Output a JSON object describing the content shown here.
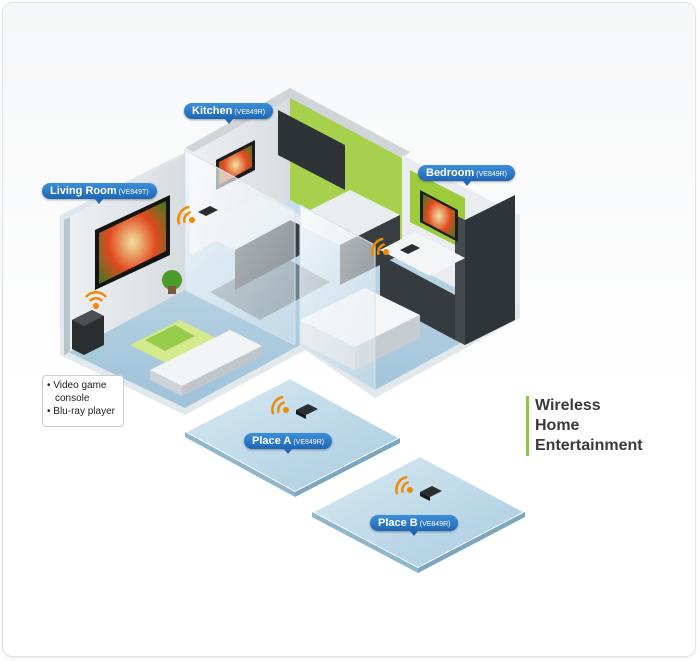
{
  "labels": {
    "living_room": {
      "name": "Living Room",
      "model": "(VE849T)"
    },
    "kitchen": {
      "name": "Kitchen",
      "model": "(VE849R)"
    },
    "bedroom": {
      "name": "Bedroom",
      "model": "(VE849R)"
    },
    "place_a": {
      "name": "Place A",
      "model": "(VE849R)"
    },
    "place_b": {
      "name": "Place B",
      "model": "(VE849R)"
    }
  },
  "devices": {
    "item1": "• Video game",
    "item1b": "  console",
    "item2": "• Blu-ray player"
  },
  "title": {
    "line1": "Wireless",
    "line2": "Home",
    "line3": "Entertainment"
  },
  "colors": {
    "accent_green": "#8cc63f",
    "label_blue": "#1f66b5",
    "signal_orange": "#f08a00",
    "floor_blue": "#a9c9dc"
  }
}
